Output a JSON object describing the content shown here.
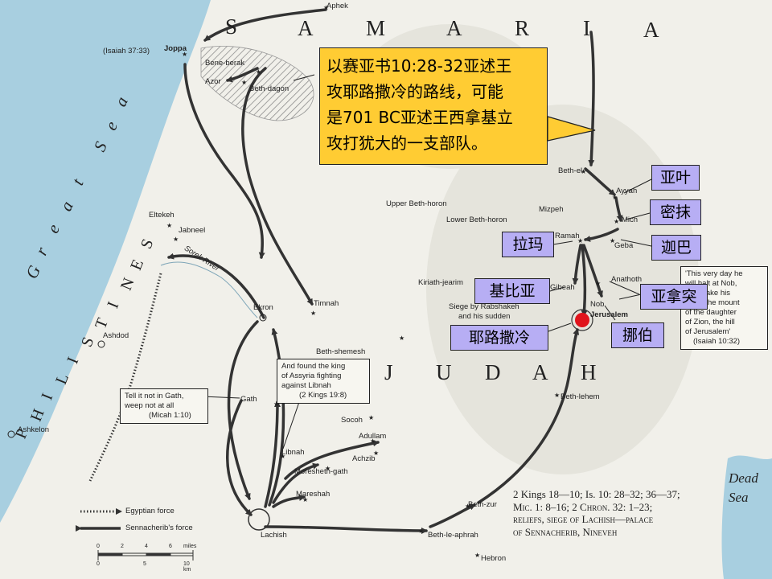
{
  "regions": {
    "samaria": [
      "S",
      "A",
      "M",
      "A",
      "R",
      "I",
      "A"
    ],
    "judah": [
      "J",
      "U",
      "D",
      "A",
      "H"
    ],
    "philistines": [
      "P",
      "H",
      "I",
      "L",
      "I",
      "S",
      "T",
      "I",
      "N",
      "E",
      "S"
    ]
  },
  "sea_labels": {
    "great_sea": [
      "G",
      "r",
      "e",
      "a",
      "t",
      "S",
      "e",
      "a"
    ],
    "dead_sea_line1": "Dead",
    "dead_sea_line2": "Sea"
  },
  "places": {
    "aphek": "Aphek",
    "joppa": "Joppa",
    "isaiah_ref": "(Isaiah 37:33)",
    "bene_berak": "Bene-berak",
    "azor": "Azor",
    "beth_dagon": "Beth-dagon",
    "beth_el": "Beth-el",
    "ayyah": "Ayyah",
    "michmash": "Mich",
    "geba": "Geba",
    "ramah": "Ramah",
    "gibeah": "Gibeah",
    "anathoth": "Anathoth",
    "nob": "Nob",
    "jerusalem": "Jerusalem",
    "upper_beth_horon": "Upper Beth-horon",
    "lower_beth_horon": "Lower Beth-horon",
    "mizpeh": "Mizpeh",
    "kiriath_jearim": "Kiriath-jearim",
    "siege_line1": "Siege by Rabshakeh",
    "siege_line2": "and his sudden",
    "eltekeh": "Eltekeh",
    "jabneel": "Jabneel",
    "sorek_river": "Sorek River",
    "ekron": "Ekron",
    "timnah": "Timnah",
    "ashdod": "Ashdod",
    "beth_shemesh": "Beth-shemesh",
    "gath": "Gath",
    "socoh": "Socoh",
    "adullam": "Adullam",
    "achzib": "Achzib",
    "libnah": "Libnah",
    "moresheth_gath": "Moresheth-gath",
    "mareshah": "Mareshah",
    "lachish": "Lachish",
    "beth_lehem": "Beth-lehem",
    "beth_zur": "Beth-zur",
    "beth_le_aphrah": "Beth-le-aphrah",
    "hebron": "Hebron",
    "ashkelon": "Ashkelon"
  },
  "notes": {
    "libnah_note": [
      "And found the king",
      "of Assyria fighting",
      "against Libnah",
      "(2 Kings 19:8)"
    ],
    "gath_note": [
      "Tell it not in Gath,",
      "weep not at all",
      "(Micah 1:10)"
    ],
    "nob_note": [
      "'This very day he",
      "will halt at Nob,",
      "will shake his",
      "fist at the mount",
      "of the daughter",
      "of Zion, the hill",
      "of Jerusalem'",
      "(Isaiah 10:32)"
    ]
  },
  "callout": {
    "line1": "以赛亚书10:28-32亚述王",
    "line2": "攻耶路撒冷的路线，可能",
    "line3": "是701 BC亚述王西拿基立",
    "line4": "攻打犹大的一支部队。"
  },
  "cn_labels": {
    "ayyah": "亚叶",
    "michmash": "密抹",
    "geba": "迦巴",
    "ramah": "拉玛",
    "gibeah": "基比亚",
    "anathoth": "亚拿突",
    "nob": "挪伯",
    "jerusalem": "耶路撒冷"
  },
  "references": {
    "line1": "2 Kings 18—10; Is. 10: 28–32; 36—37;",
    "line2": "Mic. 1: 8–16; 2 Chron. 32: 1–23;",
    "line3": "reliefs, siege of Lachish—palace",
    "line4": "of Sennacherib, Nineveh"
  },
  "legend": {
    "egyptian": "Egyptian force",
    "sennacherib": "Sennacherib's force",
    "scale_miles": [
      "0",
      "2",
      "4",
      "6",
      "miles"
    ],
    "scale_km": [
      "0",
      "5",
      "10 km"
    ]
  },
  "colors": {
    "sea": "#a8cfe0",
    "land": "#f1f0ea",
    "route": "#333333",
    "callout_bg": "#ffcc33",
    "label_bg": "#b7aef4",
    "jerusalem_dot": "#e0141c"
  }
}
